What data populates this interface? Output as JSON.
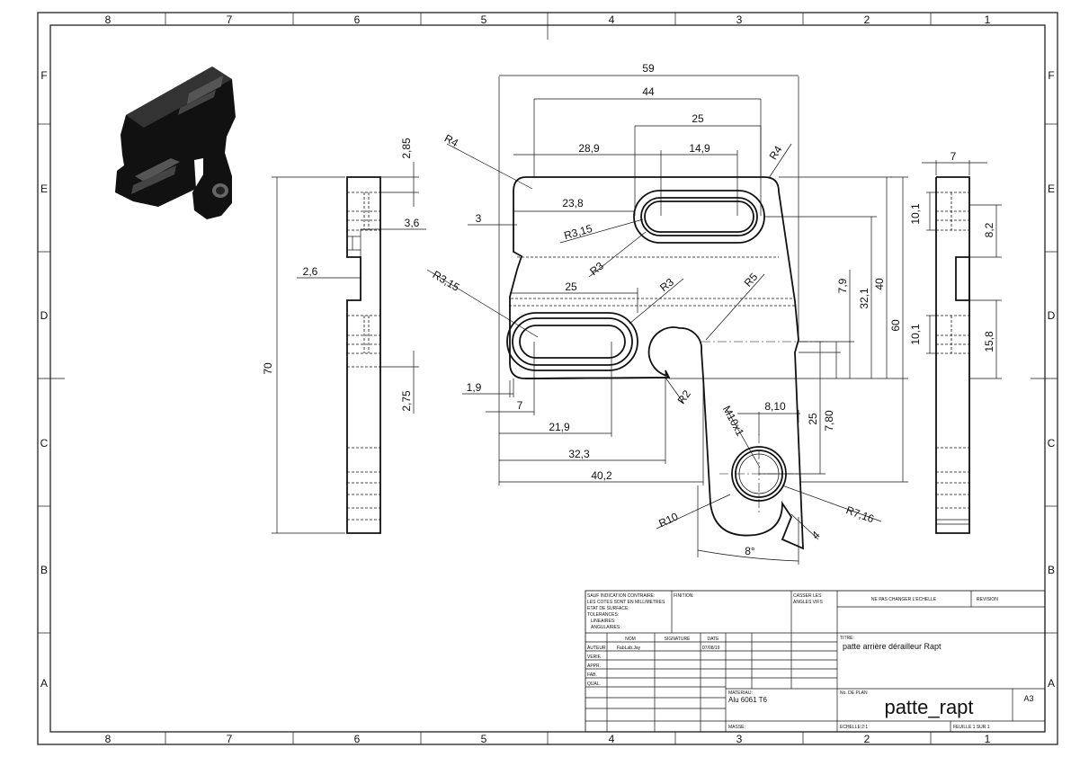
{
  "zones": {
    "columns": [
      "8",
      "7",
      "6",
      "5",
      "4",
      "3",
      "2",
      "1"
    ],
    "rows": [
      "F",
      "E",
      "D",
      "C",
      "B",
      "A"
    ]
  },
  "front_view": {
    "dim_59": "59",
    "dim_44": "44",
    "dim_25_top": "25",
    "dim_28_9": "28,9",
    "dim_14_9": "14,9",
    "dim_23_8": "23,8",
    "dim_3": "3",
    "dim_r4_left": "R4",
    "dim_r4_right": "R4",
    "dim_r3_15_upper": "R3,15",
    "dim_r3_upper": "R3",
    "dim_r3_15_lower": "R3,15",
    "dim_25_mid": "25",
    "dim_r3_lower": "R3",
    "dim_r5": "R5",
    "dim_r2": "R2",
    "dim_1_9": "1,9",
    "dim_7": "7",
    "dim_21_9": "21,9",
    "dim_32_3": "32,3",
    "dim_40_2": "40,2",
    "dim_m10x1": "M10x1",
    "dim_8_10": "8,10",
    "dim_25_right": "25",
    "dim_7_80": "7,80",
    "dim_7_9": "7,9",
    "dim_32_1": "32,1",
    "dim_40": "40",
    "dim_60": "60",
    "dim_r10": "R10",
    "dim_r7_16": "R7,16",
    "dim_4": "4",
    "dim_8deg": "8°"
  },
  "side_view_left": {
    "dim_70": "70",
    "dim_2_85": "2,85",
    "dim_3_6": "3,6",
    "dim_2_6": "2,6",
    "dim_2_75": "2,75"
  },
  "side_view_right": {
    "dim_7": "7",
    "dim_10_1_top": "10,1",
    "dim_8_2": "8,2",
    "dim_10_1_bottom": "10,1",
    "dim_15_8": "15,8"
  },
  "title_block": {
    "general_notes": [
      "SAUF INDICATION CONTRAIRE:",
      "LES COTES SONT EN MILLIMETRES",
      "ETAT DE SURFACE:",
      "TOLERANCES:",
      "LINEAIRES:",
      "ANGULAIRES:"
    ],
    "finish_label": "FINITION:",
    "edges_label": [
      "CASSER LES",
      "ANGLES VIFS"
    ],
    "no_scale_label": "NE PAS CHANGER L'ECHELLE",
    "revision_label": "REVISION",
    "col_name": "NOM",
    "col_signature": "SIGNATURE",
    "col_date": "DATE",
    "row_author": "AUTEUR",
    "row_verif": "VERIF.",
    "row_appr": "APPR.",
    "row_fab": "FAB.",
    "row_qual": "QUAL.",
    "author_name": "FabLab.Jay",
    "author_date": "07/08/19",
    "title_label": "TITRE:",
    "title_value": "patte arrière dérailleur Rapt",
    "material_label": "MATERIAU:",
    "material_value": "Alu 6061 T6",
    "drawing_no_label": "No. DE PLAN",
    "drawing_no_value": "patte_rapt",
    "sheet_size": "A3",
    "mass_label": "MASSE:",
    "scale_label": "ECHELLE:2:1",
    "sheet_label": "FEUILLE 1 SUR 1"
  }
}
